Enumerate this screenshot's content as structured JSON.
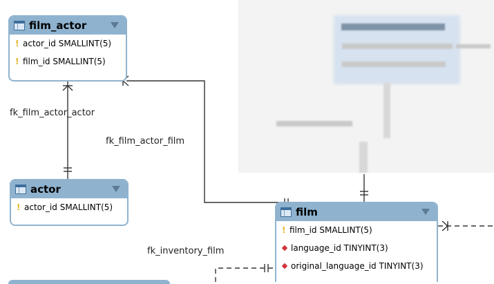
{
  "tables": {
    "film_actor": {
      "name": "film_actor",
      "columns": [
        {
          "key": "pk",
          "text": "actor_id SMALLINT(5)"
        },
        {
          "key": "pk",
          "text": "film_id SMALLINT(5)"
        }
      ]
    },
    "actor": {
      "name": "actor",
      "columns": [
        {
          "key": "pk",
          "text": "actor_id SMALLINT(5)"
        }
      ]
    },
    "film": {
      "name": "film",
      "columns": [
        {
          "key": "pk",
          "text": "film_id SMALLINT(5)"
        },
        {
          "key": "fk",
          "text": "language_id TINYINT(3)"
        },
        {
          "key": "fk",
          "text": "original_language_id TINYINT(3)"
        }
      ]
    }
  },
  "relationships": {
    "fk_film_actor_actor": "fk_film_actor_actor",
    "fk_film_actor_film": "fk_film_actor_film",
    "fk_inventory_film": "fk_inventory_film"
  },
  "colors": {
    "header": "#8fb3cf",
    "line": "#333333",
    "pk_icon": "#e2b526",
    "fk_icon": "#d0343c"
  }
}
